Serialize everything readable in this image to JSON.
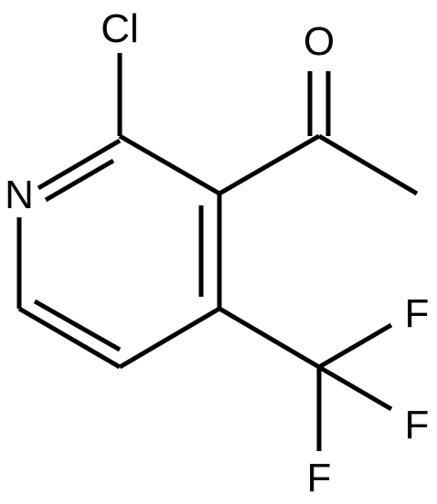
{
  "molecule": {
    "atoms": {
      "cl": "Cl",
      "n": "N",
      "o": "O",
      "f1": "F",
      "f2": "F",
      "f3": "F"
    },
    "colors": {
      "bond": "#000000",
      "label": "#000000",
      "background": "#ffffff"
    }
  }
}
